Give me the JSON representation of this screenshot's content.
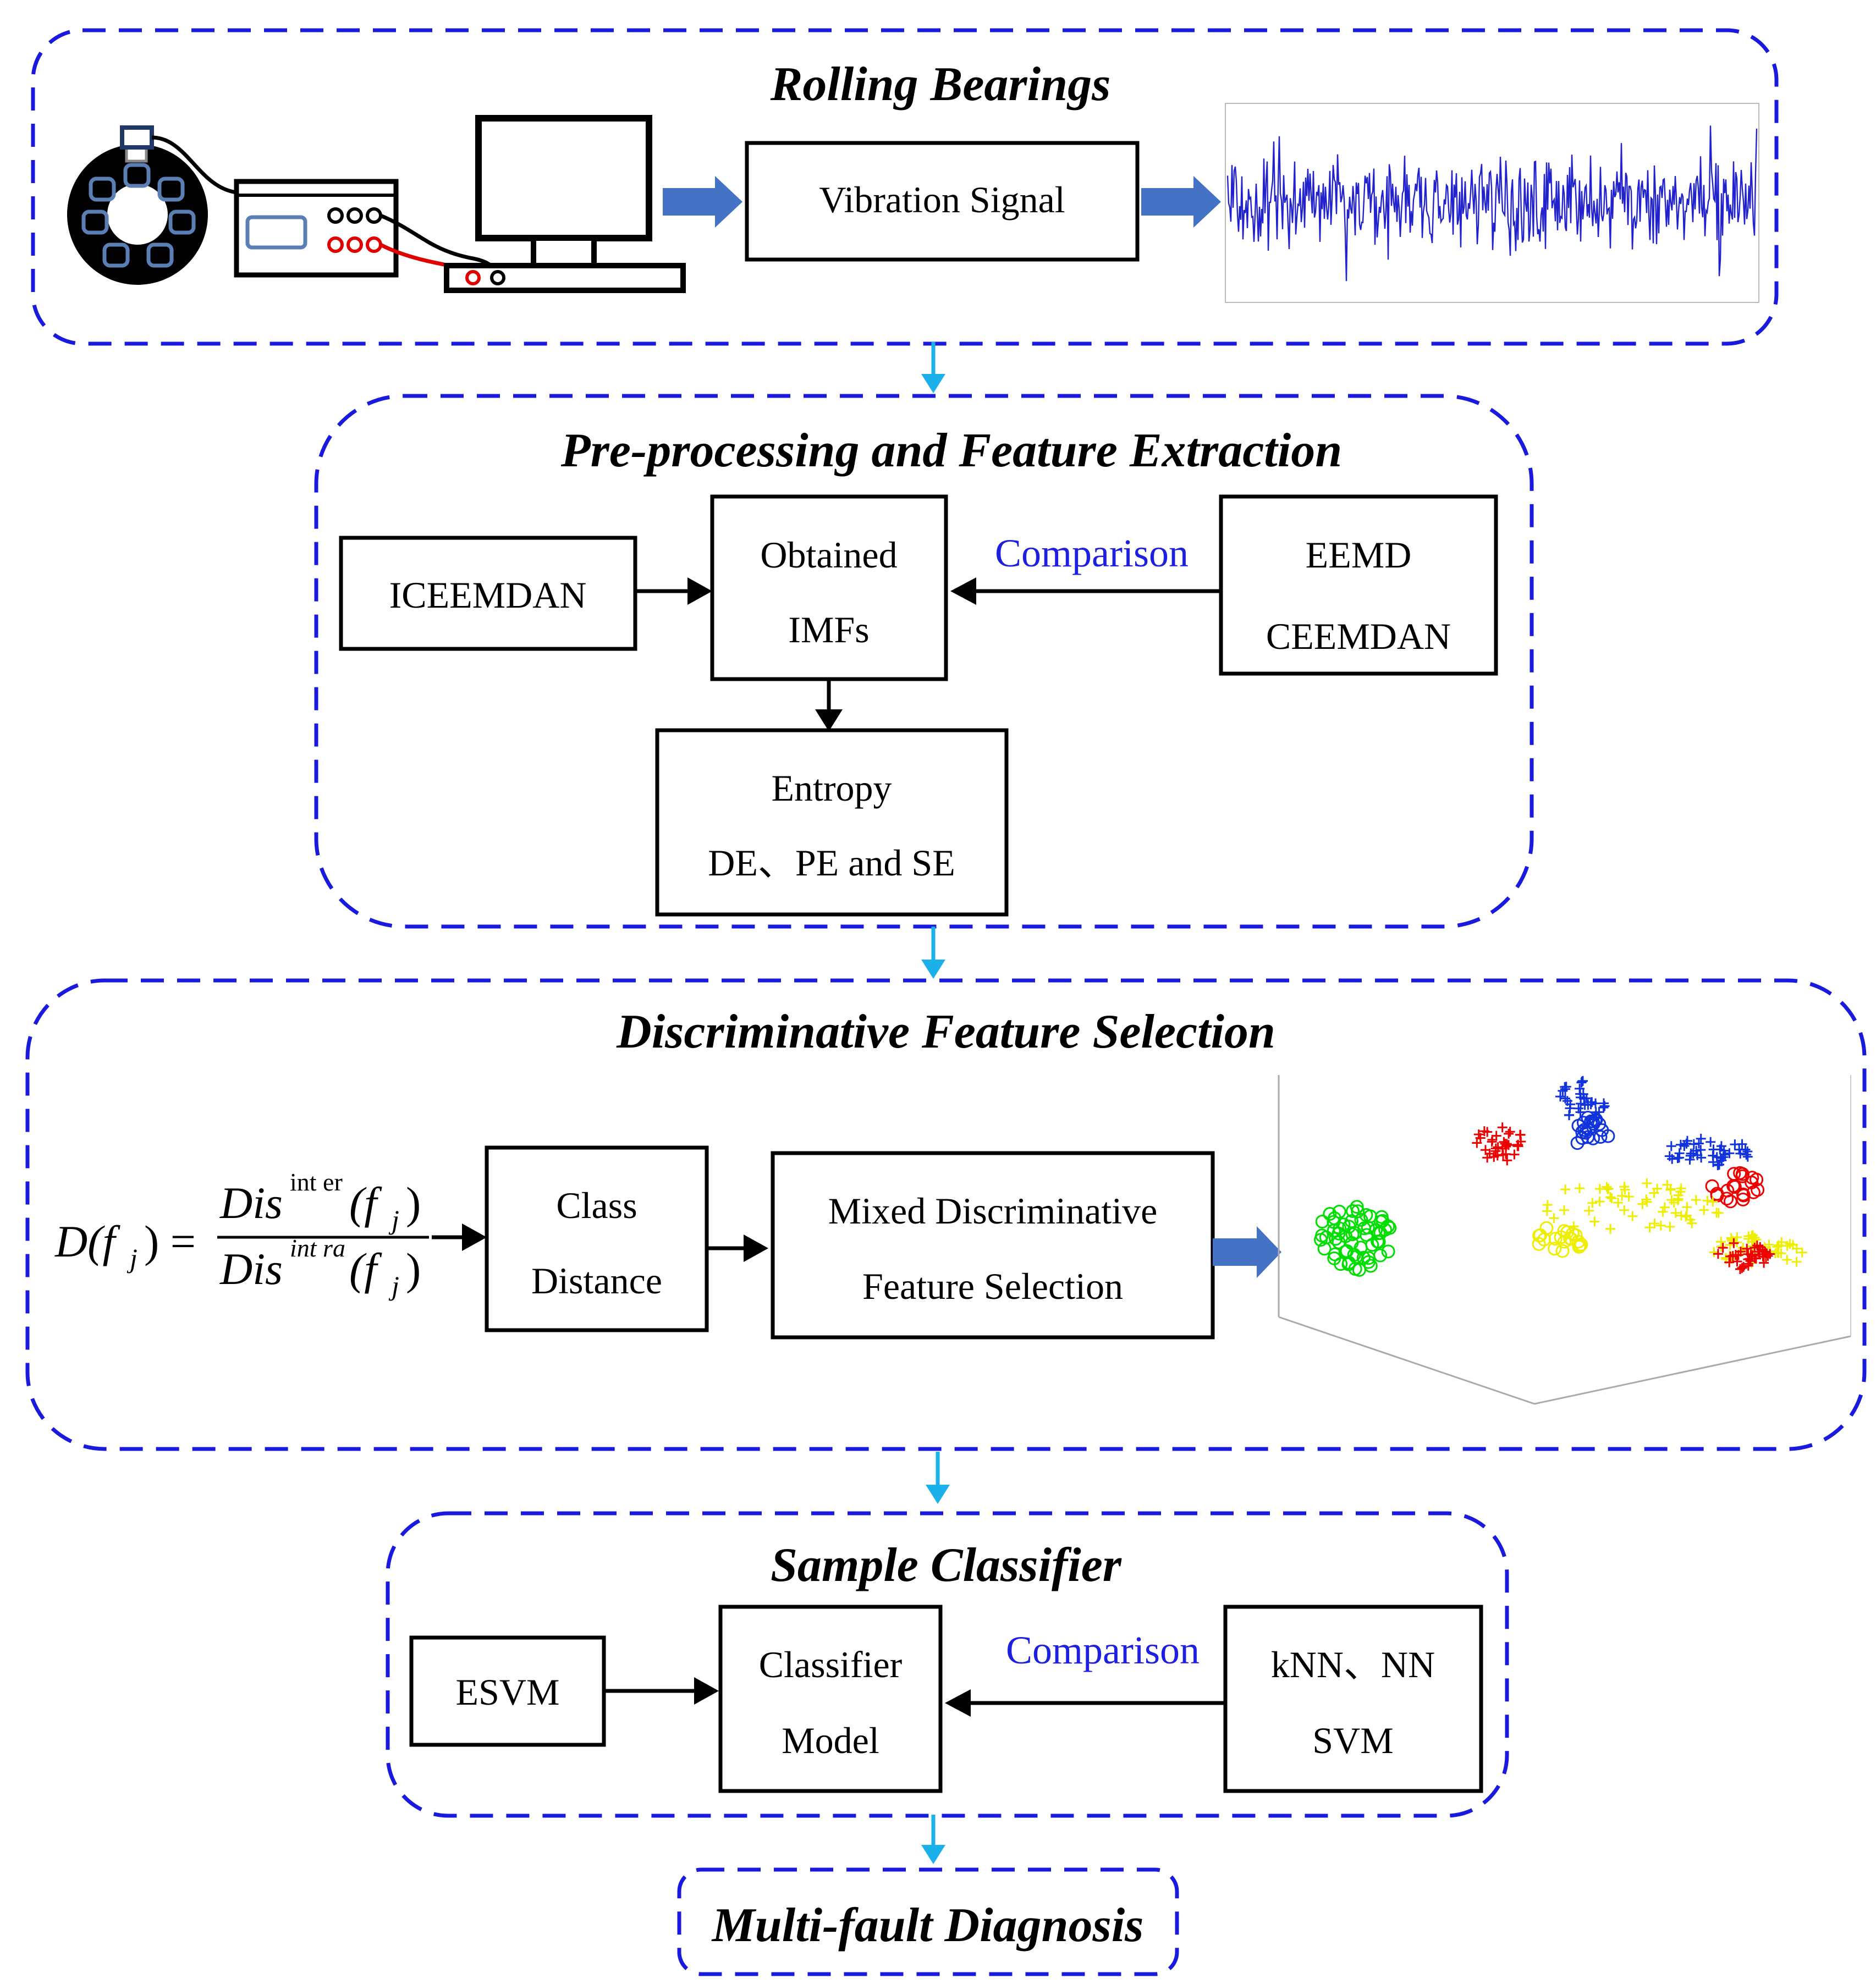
{
  "sections": {
    "rolling_bearings": {
      "title": "Rolling Bearings",
      "signal_box": "Vibration Signal"
    },
    "preprocessing": {
      "title": "Pre-processing and Feature Extraction",
      "iceemdan": "ICEEMDAN",
      "imfs_line1": "Obtained",
      "imfs_line2": "IMFs",
      "comparison": "Comparison",
      "alt_line1": "EEMD",
      "alt_line2": "CEEMDAN",
      "entropy_line1": "Entropy",
      "entropy_line2": "DE、PE and SE"
    },
    "feature_selection": {
      "title": "Discriminative Feature Selection",
      "equation": {
        "lhs": "D(f",
        "lhs_sub": "j",
        "lhs_close": ") =",
        "num": "Dis",
        "num_sup": "int er",
        "den": "Dis",
        "den_sup": "int ra",
        "arg": "(f",
        "arg_sub": "j",
        "arg_close": ")"
      },
      "class_line1": "Class",
      "class_line2": "Distance",
      "mixed_line1": "Mixed Discriminative",
      "mixed_line2": "Feature Selection"
    },
    "classifier": {
      "title": "Sample Classifier",
      "esvm": "ESVM",
      "model_line1": "Classifier",
      "model_line2": "Model",
      "comparison": "Comparison",
      "alt_line1": "kNN、NN",
      "alt_line2": "SVM"
    },
    "output": {
      "title": "Multi-fault Diagnosis"
    }
  },
  "colors": {
    "dashed_border": "#1a1adf",
    "comparison_text": "#1f1fe0",
    "flow_arrow": "#4472c4",
    "down_arrow": "#1ab0ea",
    "signal": "#2222cc",
    "cluster_green": "#00dd00",
    "cluster_red": "#ee0000",
    "cluster_blue": "#1133dd",
    "cluster_yellow": "#eeee00"
  }
}
